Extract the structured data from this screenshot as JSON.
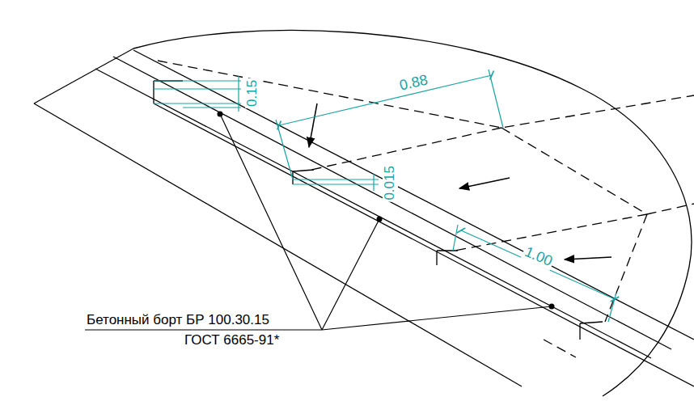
{
  "diagram": {
    "labels": [
      "0.15",
      "0.88",
      "0.015",
      "1.00",
      "Бетонный борт БР 100.30.15",
      "ГОСТ 6665-91*"
    ]
  }
}
